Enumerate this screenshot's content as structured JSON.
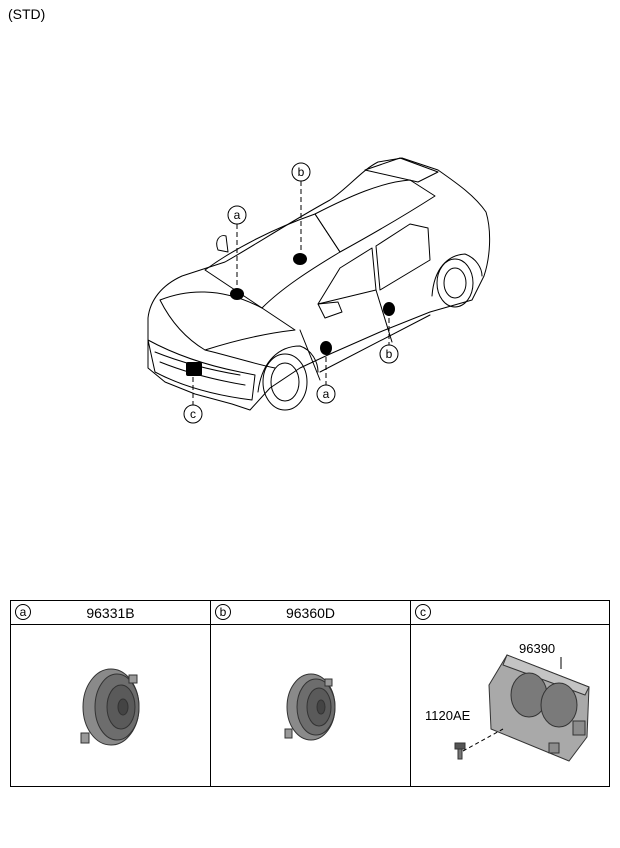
{
  "header": {
    "variant": "(STD)"
  },
  "callouts": {
    "a_top": "a",
    "b_top": "b",
    "a_bottom": "a",
    "b_bottom": "b",
    "c_bottom": "c"
  },
  "parts_table": {
    "columns": [
      {
        "letter": "a",
        "part_number": "96331B"
      },
      {
        "letter": "b",
        "part_number": "96360D"
      },
      {
        "letter": "c",
        "part_number": ""
      }
    ],
    "c_parts": {
      "amp": "96390",
      "bolt": "1120AE"
    }
  }
}
